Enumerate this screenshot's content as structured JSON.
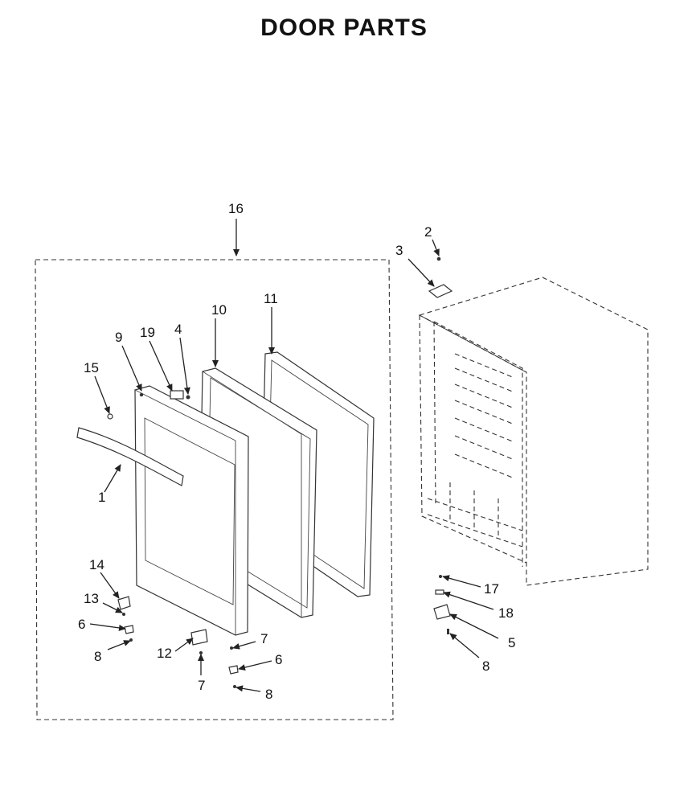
{
  "title": "DOOR PARTS",
  "callouts": [
    {
      "id": "c1",
      "text": "1"
    },
    {
      "id": "c2",
      "text": "2"
    },
    {
      "id": "c3",
      "text": "3"
    },
    {
      "id": "c4",
      "text": "4"
    },
    {
      "id": "c5",
      "text": "5"
    },
    {
      "id": "c6a",
      "text": "6"
    },
    {
      "id": "c6b",
      "text": "6"
    },
    {
      "id": "c7a",
      "text": "7"
    },
    {
      "id": "c7b",
      "text": "7"
    },
    {
      "id": "c8a",
      "text": "8"
    },
    {
      "id": "c8b",
      "text": "8"
    },
    {
      "id": "c8c",
      "text": "8"
    },
    {
      "id": "c9",
      "text": "9"
    },
    {
      "id": "c10",
      "text": "10"
    },
    {
      "id": "c11",
      "text": "11"
    },
    {
      "id": "c12",
      "text": "12"
    },
    {
      "id": "c13",
      "text": "13"
    },
    {
      "id": "c14",
      "text": "14"
    },
    {
      "id": "c15",
      "text": "15"
    },
    {
      "id": "c16",
      "text": "16"
    },
    {
      "id": "c17",
      "text": "17"
    },
    {
      "id": "c18",
      "text": "18"
    },
    {
      "id": "c19",
      "text": "19"
    }
  ]
}
